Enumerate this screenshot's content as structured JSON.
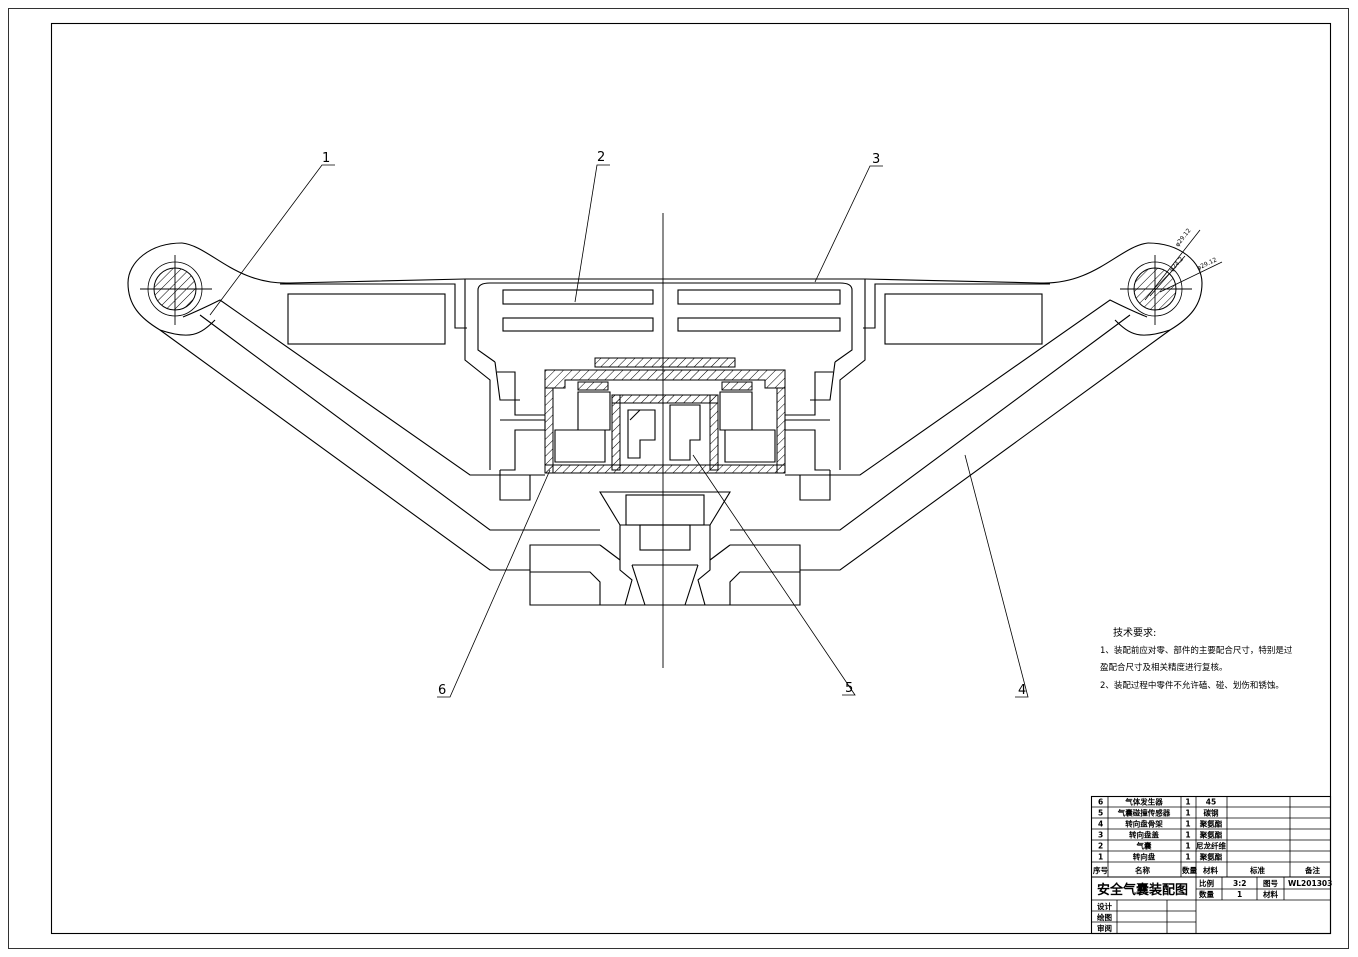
{
  "drawing": {
    "title": "安全气囊装配图",
    "scale_label": "比例",
    "scale": "3:2",
    "drawing_no_label": "图号",
    "drawing_no": "WL201303",
    "qty_label": "数量",
    "qty": "1",
    "material_label": "材料",
    "design_label": "设计",
    "drawn_label": "绘图",
    "review_label": "审阅"
  },
  "balloons": [
    "1",
    "2",
    "3",
    "4",
    "5",
    "6"
  ],
  "dimensions": [
    "φ29.12",
    "φ24.2",
    "φ29.12"
  ],
  "requirements": {
    "heading": "技术要求:",
    "line1": "1、装配前应对零、部件的主要配合尺寸，特别是过",
    "line2": "盈配合尺寸及相关精度进行复核。",
    "line3": "2、装配过程中零件不允许磕、碰、划伤和锈蚀。"
  },
  "bom": {
    "header": {
      "no": "序号",
      "name": "名称",
      "qty": "数量",
      "material": "材料",
      "standard": "标准",
      "remark": "备注"
    },
    "rows": [
      {
        "no": "6",
        "name": "气体发生器",
        "qty": "1",
        "material": "45"
      },
      {
        "no": "5",
        "name": "气囊碰撞传感器",
        "qty": "1",
        "material": "碳钢"
      },
      {
        "no": "4",
        "name": "转向盘骨架",
        "qty": "1",
        "material": "聚氨酯"
      },
      {
        "no": "3",
        "name": "转向盘盖",
        "qty": "1",
        "material": "聚氨酯"
      },
      {
        "no": "2",
        "name": "气囊",
        "qty": "1",
        "material": "尼龙纤维"
      },
      {
        "no": "1",
        "name": "转向盘",
        "qty": "1",
        "material": "聚氨酯"
      }
    ]
  },
  "colors": {
    "line": "#000000",
    "paper": "#ffffff"
  }
}
